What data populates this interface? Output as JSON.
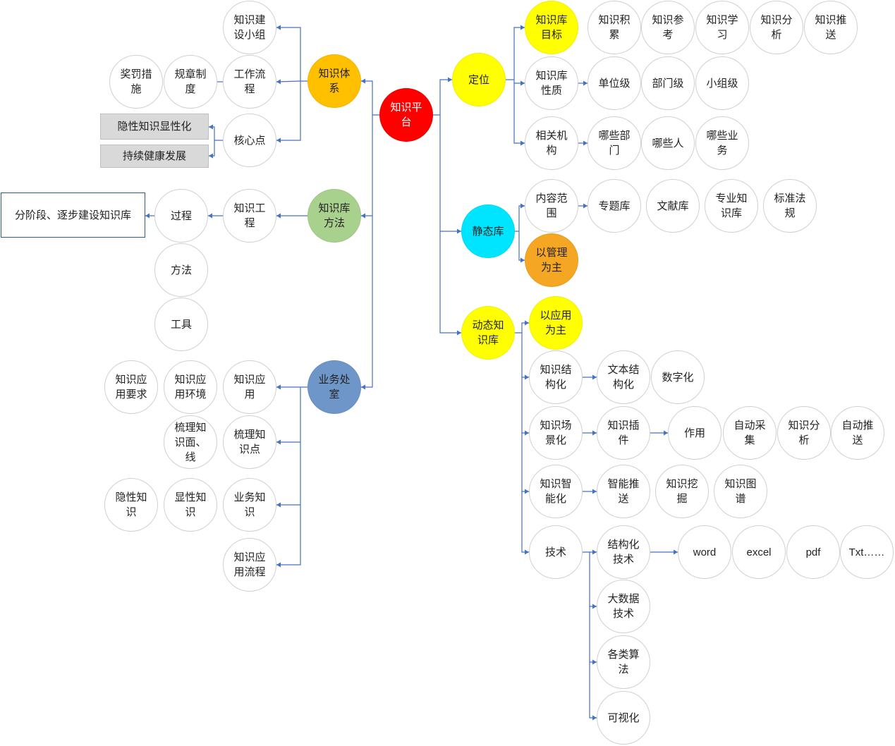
{
  "colors": {
    "edge": "#4472c4",
    "node_border": "#d0d0d0",
    "red": "#ff0000",
    "orange": "#ffc000",
    "amber": "#f5a623",
    "yellow": "#ffff00",
    "cyan": "#00e5ff",
    "green": "#a9d18e",
    "steel_blue": "#6f96c8"
  },
  "nodes": [
    {
      "id": "root",
      "label": "知识平\n台",
      "fill": "red",
      "text_color": "#ffffff"
    },
    {
      "id": "zstx",
      "label": "知识体\n系",
      "fill": "orange"
    },
    {
      "id": "zskff",
      "label": "知识库\n方法",
      "fill": "green"
    },
    {
      "id": "ywcs",
      "label": "业务处\n室",
      "fill": "steel_blue"
    },
    {
      "id": "dw",
      "label": "定位",
      "fill": "yellow"
    },
    {
      "id": "jtk",
      "label": "静态库",
      "fill": "cyan"
    },
    {
      "id": "dtzsk",
      "label": "动态知\n识库",
      "fill": "yellow"
    },
    {
      "id": "zsjsxz",
      "label": "知识建\n设小组"
    },
    {
      "id": "gzlc",
      "label": "工作流\n程"
    },
    {
      "id": "gzzd",
      "label": "规章制\n度"
    },
    {
      "id": "jfcs",
      "label": "奖罚措\n施"
    },
    {
      "id": "hxd",
      "label": "核心点"
    },
    {
      "id": "yxzs",
      "label": "隐性知识显性化",
      "shape": "grey-box"
    },
    {
      "id": "cxjk",
      "label": "持续健康发展",
      "shape": "grey-box"
    },
    {
      "id": "zsgc",
      "label": "知识工\n程"
    },
    {
      "id": "gc",
      "label": "过程"
    },
    {
      "id": "fjd",
      "label": "分阶段、逐步建设知识库",
      "shape": "outline-box"
    },
    {
      "id": "ff",
      "label": "方法"
    },
    {
      "id": "gj",
      "label": "工具"
    },
    {
      "id": "zsyy",
      "label": "知识应\n用"
    },
    {
      "id": "zsyyhj",
      "label": "知识应\n用环境"
    },
    {
      "id": "zsyyyq",
      "label": "知识应\n用要求"
    },
    {
      "id": "slzsd",
      "label": "梳理知\n识点"
    },
    {
      "id": "slzsmx",
      "label": "梳理知\n识面、\n线"
    },
    {
      "id": "ywzs",
      "label": "业务知\n识"
    },
    {
      "id": "xxzs",
      "label": "显性知\n识"
    },
    {
      "id": "yinxzs",
      "label": "隐性知\n识"
    },
    {
      "id": "zsyylc",
      "label": "知识应\n用流程"
    },
    {
      "id": "zskmb",
      "label": "知识库\n目标",
      "fill": "yellow"
    },
    {
      "id": "zsjl",
      "label": "知识积\n累"
    },
    {
      "id": "zsck",
      "label": "知识参\n考"
    },
    {
      "id": "zsxx",
      "label": "知识学\n习"
    },
    {
      "id": "zsfx1",
      "label": "知识分\n析"
    },
    {
      "id": "zsts1",
      "label": "知识推\n送"
    },
    {
      "id": "zskxz",
      "label": "知识库\n性质"
    },
    {
      "id": "dwj",
      "label": "单位级"
    },
    {
      "id": "bmj",
      "label": "部门级"
    },
    {
      "id": "xzj",
      "label": "小组级"
    },
    {
      "id": "xgjg",
      "label": "相关机\n构"
    },
    {
      "id": "nxbm",
      "label": "哪些部\n门"
    },
    {
      "id": "nxr",
      "label": "哪些人"
    },
    {
      "id": "nxyw",
      "label": "哪些业\n务"
    },
    {
      "id": "nrfw",
      "label": "内容范\n围"
    },
    {
      "id": "ztk",
      "label": "专题库"
    },
    {
      "id": "wxk",
      "label": "文献库"
    },
    {
      "id": "zyzsk",
      "label": "专业知\n识库"
    },
    {
      "id": "bzfg",
      "label": "标准法\n规"
    },
    {
      "id": "yglwz",
      "label": "以管理\n为主",
      "fill": "amber"
    },
    {
      "id": "yyywz",
      "label": "以应用\n为主",
      "fill": "yellow"
    },
    {
      "id": "zsjgh",
      "label": "知识结\n构化"
    },
    {
      "id": "wbjgh",
      "label": "文本结\n构化"
    },
    {
      "id": "szh",
      "label": "数字化"
    },
    {
      "id": "zscjh",
      "label": "知识场\n景化"
    },
    {
      "id": "zscj",
      "label": "知识插\n件"
    },
    {
      "id": "zy",
      "label": "作用"
    },
    {
      "id": "zdcj",
      "label": "自动采\n集"
    },
    {
      "id": "zsfx2",
      "label": "知识分\n析"
    },
    {
      "id": "zdts",
      "label": "自动推\n送"
    },
    {
      "id": "zsznh",
      "label": "知识智\n能化"
    },
    {
      "id": "znts",
      "label": "智能推\n送"
    },
    {
      "id": "zswj",
      "label": "知识挖\n掘"
    },
    {
      "id": "zstp",
      "label": "知识图\n谱"
    },
    {
      "id": "js",
      "label": "技术"
    },
    {
      "id": "jghjs",
      "label": "结构化\n技术"
    },
    {
      "id": "word",
      "label": "word"
    },
    {
      "id": "excel",
      "label": "excel"
    },
    {
      "id": "pdf",
      "label": "pdf"
    },
    {
      "id": "txt",
      "label": "Txt……"
    },
    {
      "id": "dsjjs",
      "label": "大数据\n技术"
    },
    {
      "id": "glsf",
      "label": "各类算\n法"
    },
    {
      "id": "ksh",
      "label": "可视化"
    }
  ]
}
